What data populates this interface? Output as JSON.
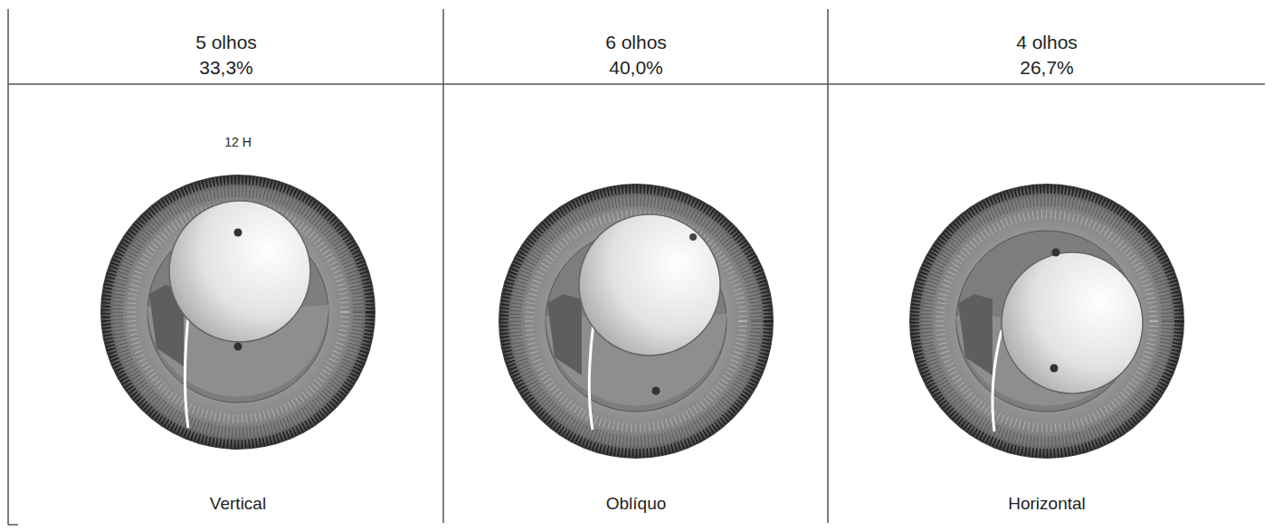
{
  "diagram": {
    "labels": [
      "5 olhos",
      "33,3%",
      "6 olhos",
      "40,0%",
      "4 olhos",
      "26,7%",
      "12 H",
      "Vertical",
      "Oblíquo",
      "Horizontal"
    ]
  }
}
